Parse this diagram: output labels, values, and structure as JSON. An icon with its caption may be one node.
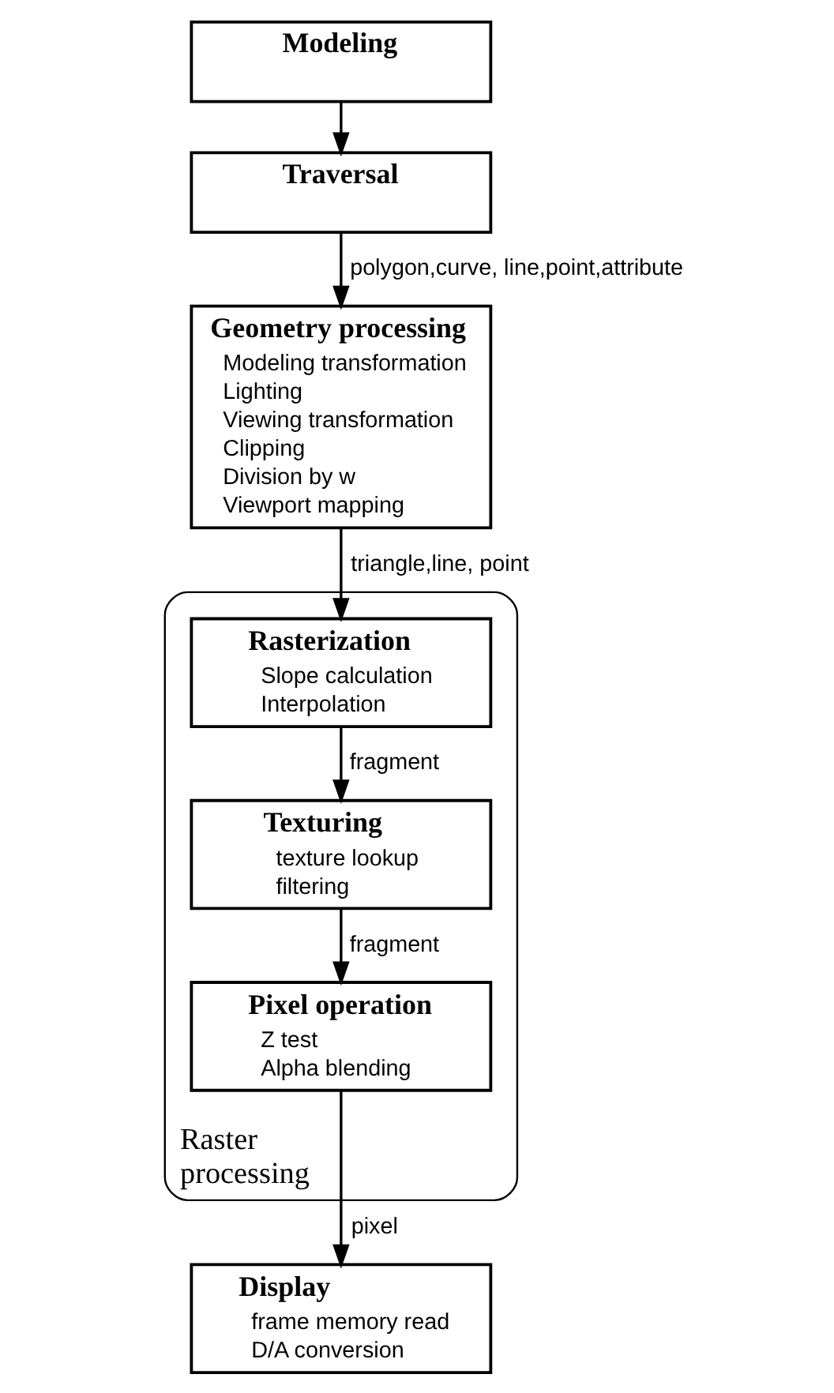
{
  "diagram": {
    "nodes": [
      {
        "text": [
          "Modeling"
        ]
      },
      {
        "text": [
          "Traversal"
        ]
      },
      {
        "text": [
          "Geometry processing",
          "Modeling transformation",
          "Lighting",
          "Viewing transformation",
          "Clipping",
          "Division by w",
          "Viewport mapping"
        ]
      },
      {
        "text": [
          "Raster processing"
        ]
      },
      {
        "text": [
          "Rasterization",
          "Slope calculation",
          "Interpolation"
        ],
        "in": 3
      },
      {
        "text": [
          "Texturing",
          "texture lookup",
          "filtering"
        ],
        "in": 3
      },
      {
        "text": [
          "Pixel operation",
          "Z test",
          "Alpha blending"
        ],
        "in": 3
      },
      {
        "text": [
          "Display",
          "frame memory read",
          "D/A conversion"
        ]
      }
    ],
    "edges": [
      {
        "from": 0,
        "to": 1,
        "arrow": "to"
      },
      {
        "from": 1,
        "to": 2,
        "arrow": "to",
        "label": "polygon,curve, line,point,attribute"
      },
      {
        "from": 2,
        "to": 4,
        "arrow": "to",
        "label": "triangle,line, point"
      },
      {
        "from": 4,
        "to": 5,
        "arrow": "to",
        "label": "fragment"
      },
      {
        "from": 5,
        "to": 6,
        "arrow": "to",
        "label": "fragment"
      },
      {
        "from": 6,
        "to": 7,
        "arrow": "to",
        "label": "pixel"
      }
    ]
  }
}
